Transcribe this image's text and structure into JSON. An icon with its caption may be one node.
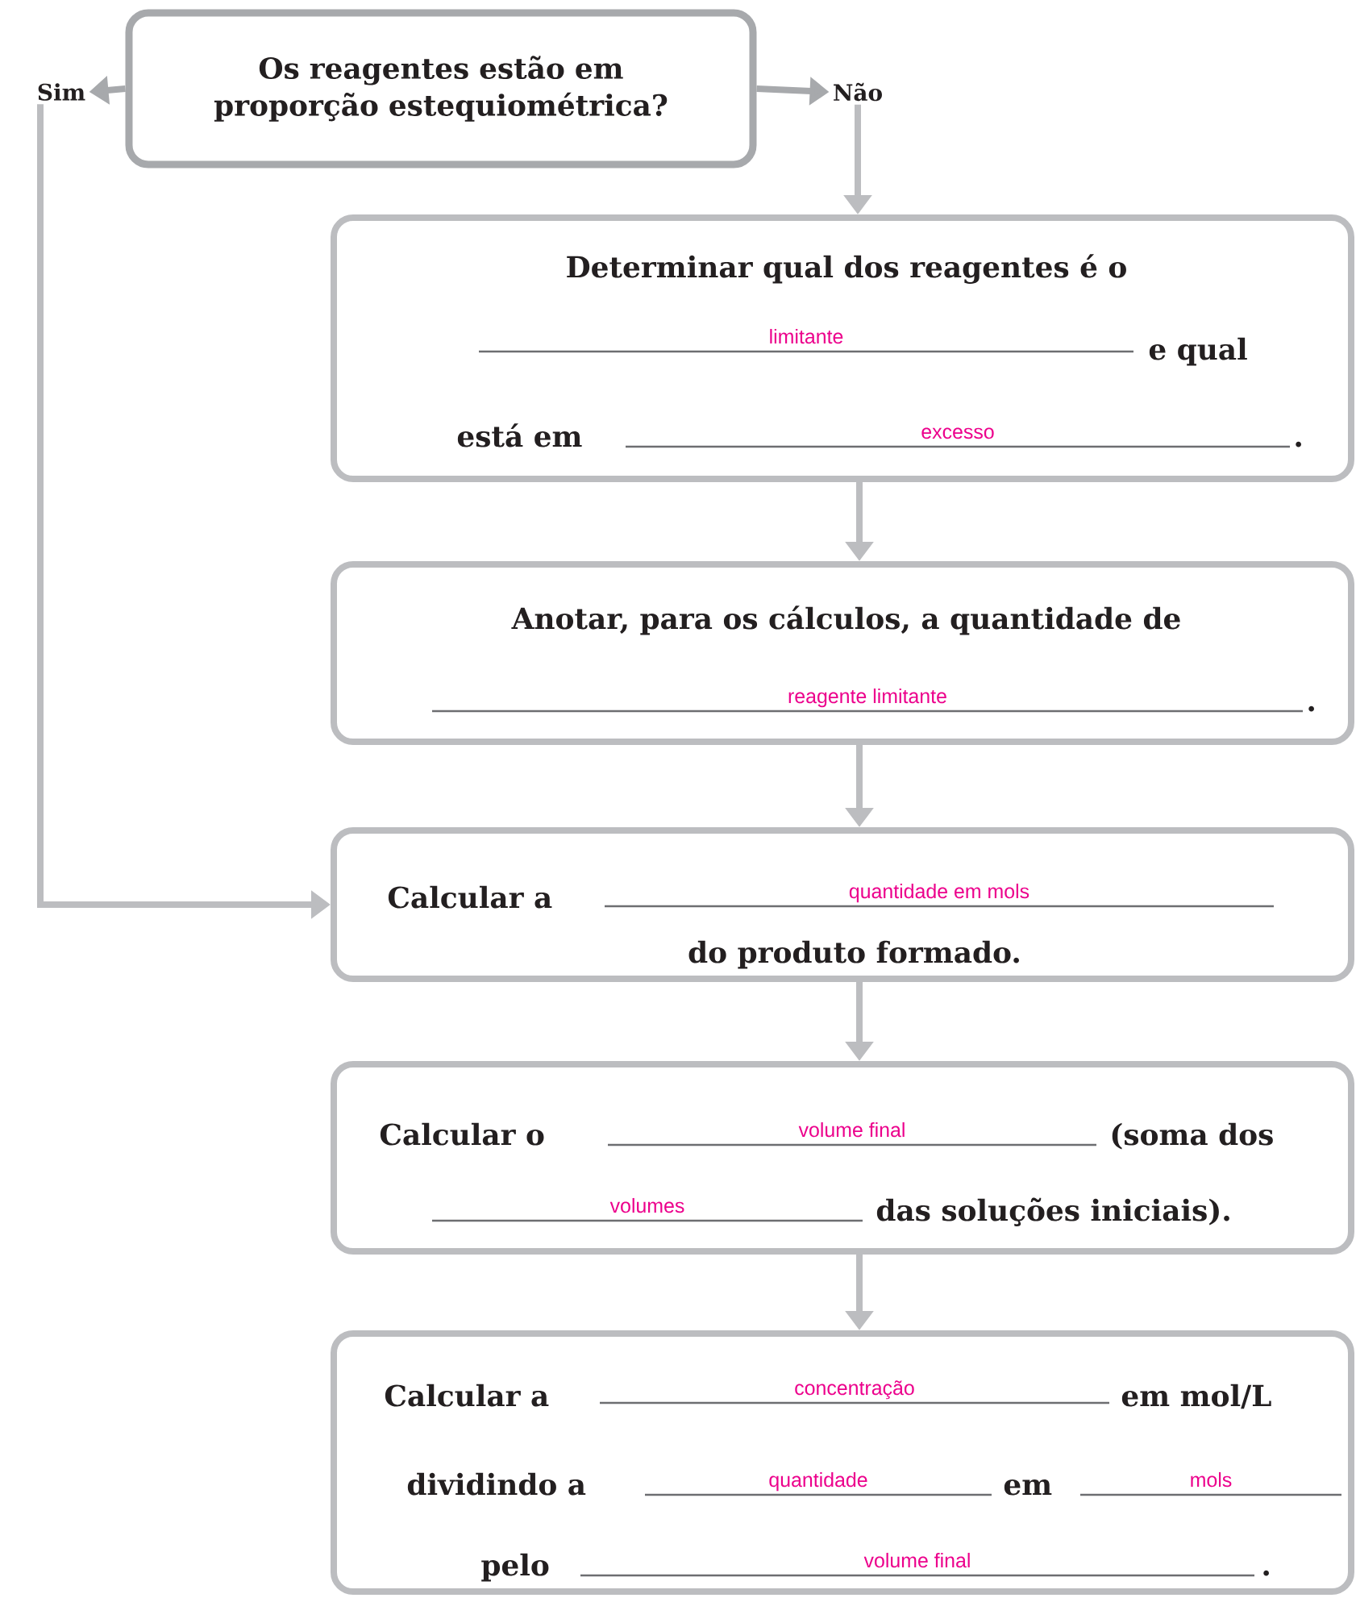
{
  "diagram": {
    "nodes": [
      {
        "text": [
          "Os reagentes estão em proporção estequiométrica?"
        ]
      },
      {
        "text": [
          "Sim"
        ]
      },
      {
        "text": [
          "Não"
        ]
      },
      {
        "text": [
          "Determinar qual dos reagentes é o",
          "limitante",
          "e qual",
          "está em",
          "excesso",
          "."
        ]
      },
      {
        "text": [
          "Anotar, para os cálculos, a quantidade de",
          "reagente limitante",
          "."
        ]
      },
      {
        "text": [
          "Calcular a",
          "quantidade em mols",
          "do produto formado."
        ]
      },
      {
        "text": [
          "Calcular o",
          "volume final",
          "(soma dos",
          "volumes",
          "das soluções iniciais)."
        ]
      },
      {
        "text": [
          "Calcular a",
          "concentração",
          "em mol/L",
          "dividindo a",
          "quantidade",
          "em",
          "mols",
          "pelo",
          "volume final",
          "."
        ]
      }
    ],
    "edges": [
      {
        "from": 0,
        "to": 1,
        "arrow": "to"
      },
      {
        "from": 0,
        "to": 2,
        "arrow": "to"
      },
      {
        "from": 2,
        "to": 3,
        "arrow": "to"
      },
      {
        "from": 3,
        "to": 4,
        "arrow": "to"
      },
      {
        "from": 4,
        "to": 5,
        "arrow": "to"
      },
      {
        "from": 1,
        "to": 5,
        "arrow": "to"
      },
      {
        "from": 5,
        "to": 6,
        "arrow": "to"
      },
      {
        "from": 6,
        "to": 7,
        "arrow": "to"
      }
    ]
  }
}
